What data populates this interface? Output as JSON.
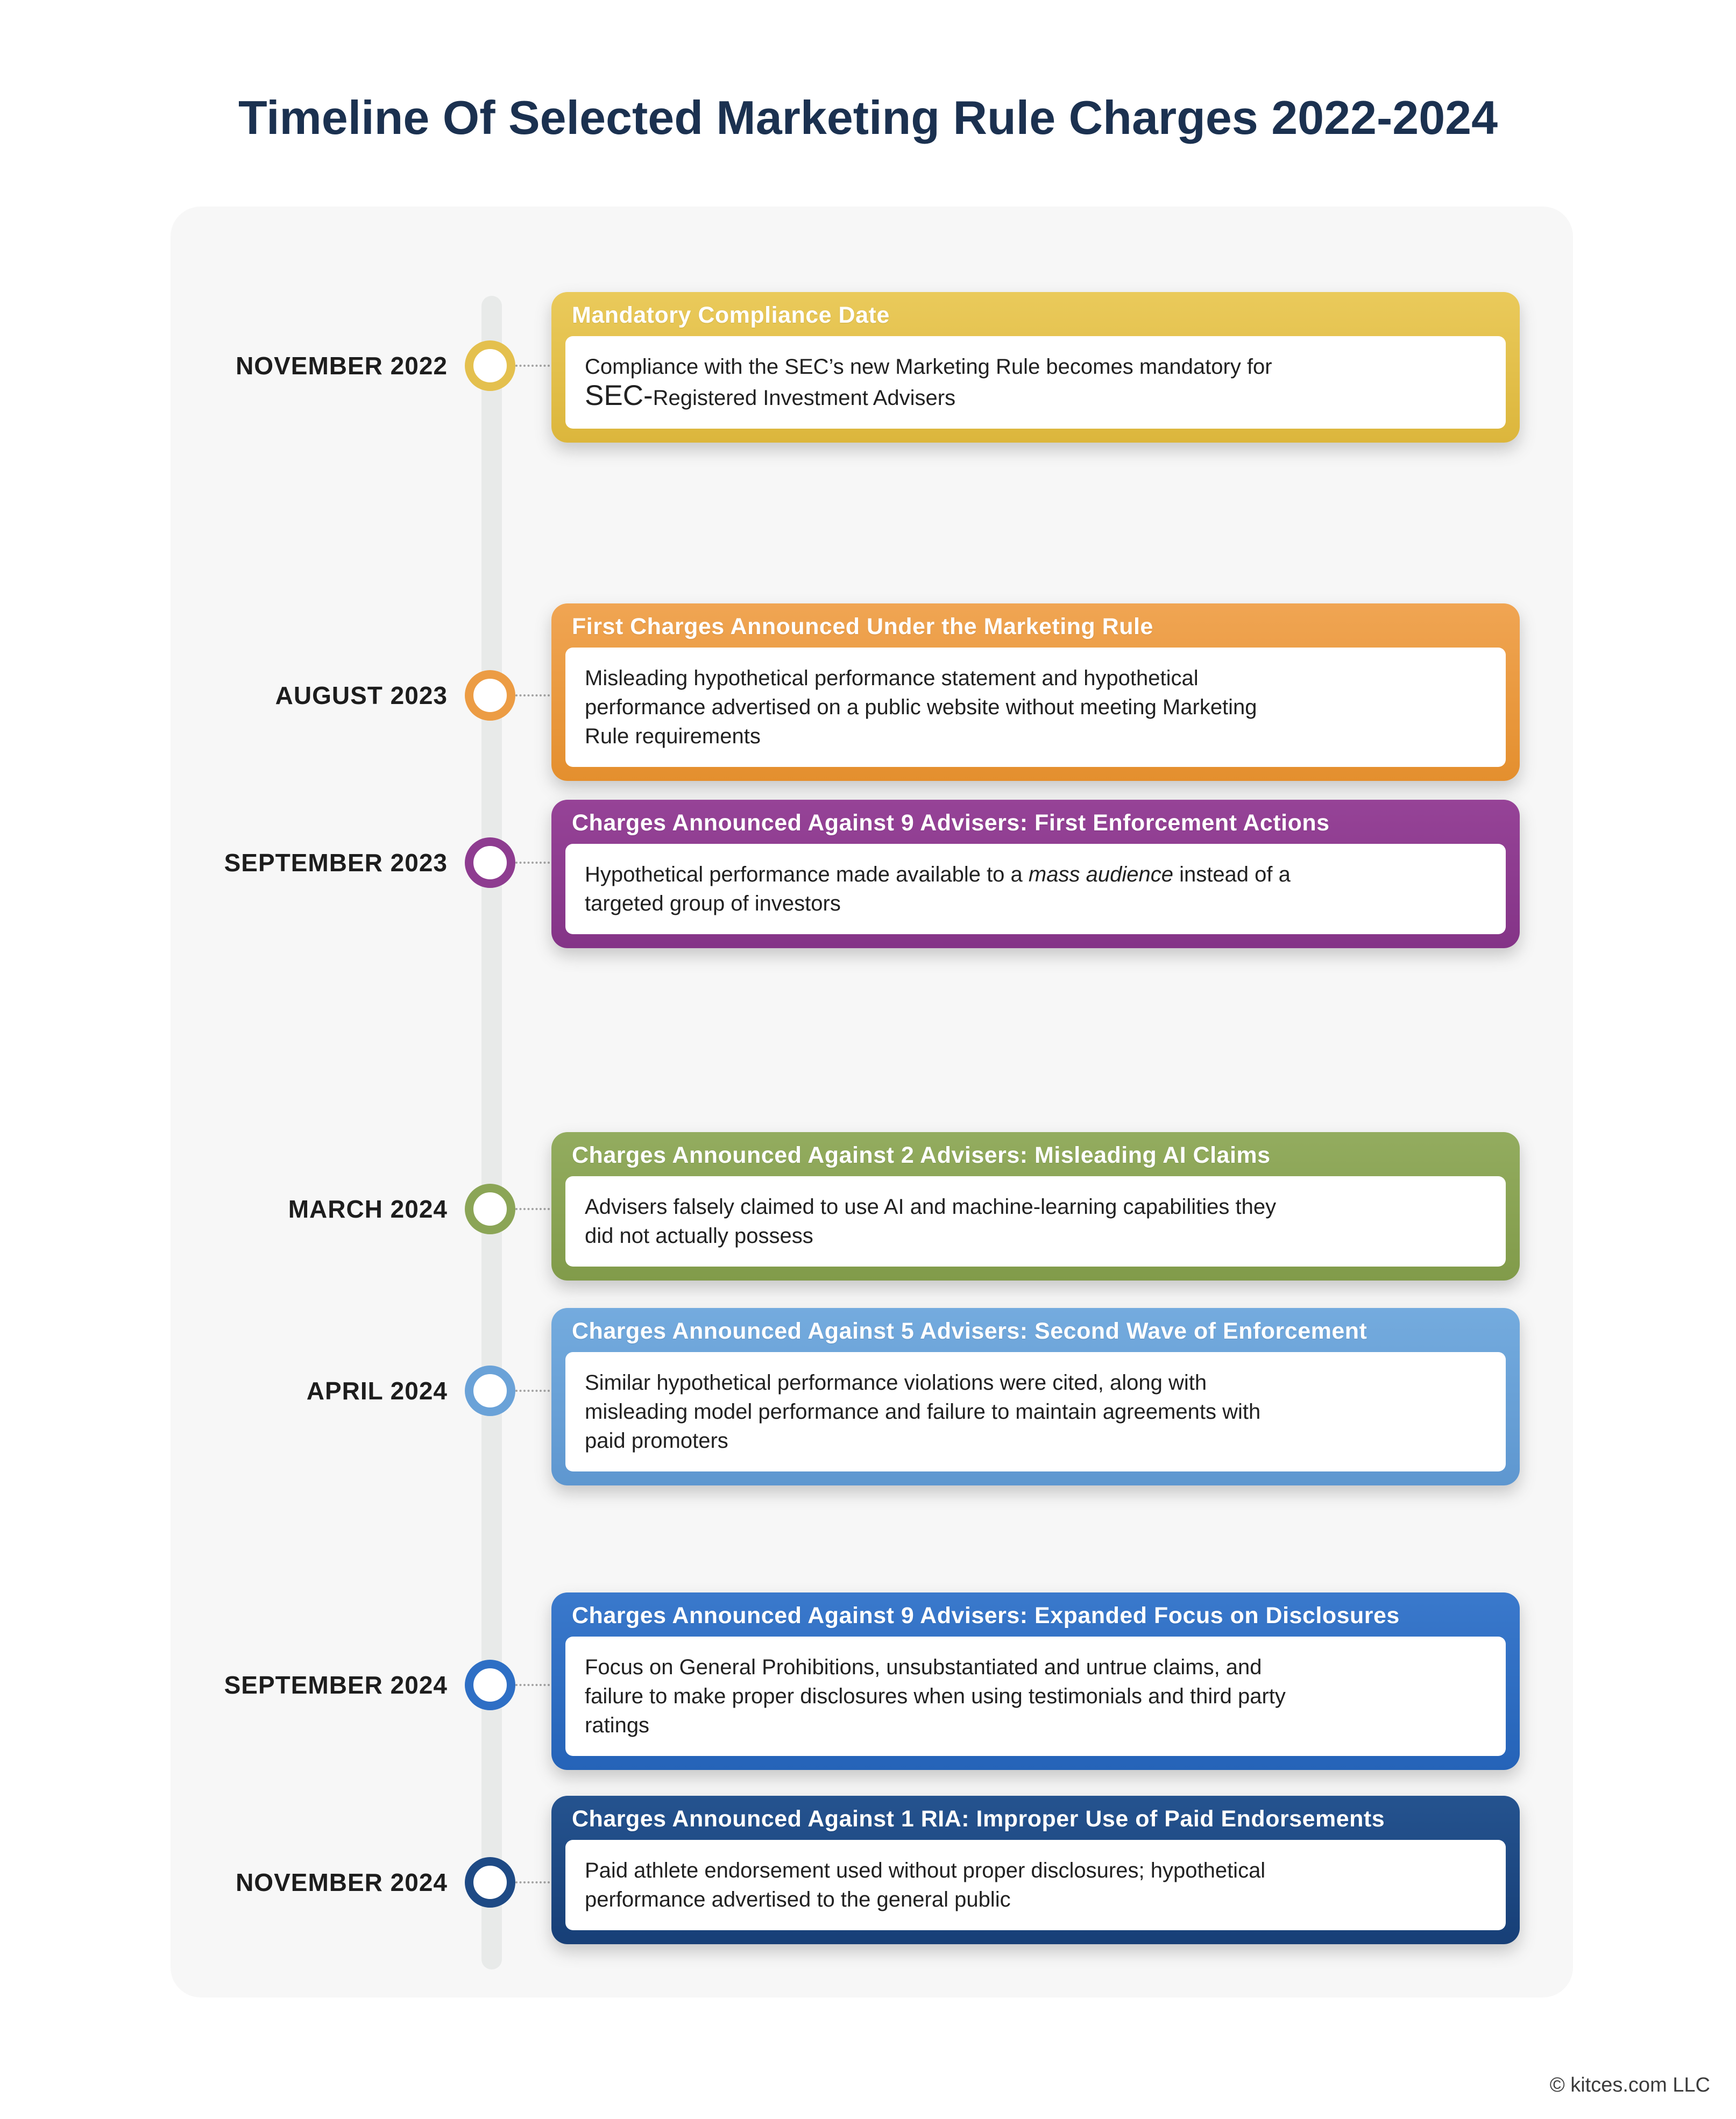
{
  "page": {
    "title": "Timeline Of Selected Marketing Rule Charges 2022-2024",
    "footer": "© kitces.com LLC"
  },
  "style": {
    "title_color": "#1B3150",
    "panel_background": "#F7F7F7",
    "timeline_bar_color": "#E8EAE9"
  },
  "timeline": {
    "events": [
      {
        "date": "NOVEMBER 2022",
        "title": "Mandatory Compliance Date",
        "body_html": "Compliance with the SEC’s new Marketing Rule becomes mandatory for<br><span class='sec-big'>SEC-</span>Registered Investment Advisers",
        "color": "#E4C04E",
        "color_light": "#EACA5B",
        "color_dark": "#DCB63C"
      },
      {
        "date": "AUGUST 2023",
        "title": "First Charges Announced Under the Marketing Rule",
        "body_html": "Misleading hypothetical performance statement and hypothetical<br>performance advertised on a public website without meeting Marketing<br>Rule requirements",
        "color": "#EC9C44",
        "color_light": "#F0A553",
        "color_dark": "#E48F2E"
      },
      {
        "date": "SEPTEMBER 2023",
        "title": "Charges Announced Against 9 Advisers: First Enforcement Actions",
        "body_html": "Hypothetical performance made available to a <em>mass audience</em> instead of a<br>targeted group of investors",
        "color": "#8E3C90",
        "color_light": "#964397",
        "color_dark": "#843487"
      },
      {
        "date": "MARCH 2024",
        "title": "Charges Announced Against 2 Advisers: Misleading AI Claims",
        "body_html": "Advisers falsely claimed to use AI and machine-learning capabilities they<br>did not actually possess",
        "color": "#8BA556",
        "color_light": "#93AC5F",
        "color_dark": "#819B4A"
      },
      {
        "date": "APRIL 2024",
        "title": "Charges Announced Against 5 Advisers: Second Wave of Enforcement",
        "body_html": "Similar hypothetical performance violations were cited, along with<br>misleading model performance and failure to maintain agreements with<br>paid promoters",
        "color": "#6AA2D8",
        "color_light": "#74ABDE",
        "color_dark": "#5E97D0"
      },
      {
        "date": "SEPTEMBER 2024",
        "title": "Charges Announced Against 9 Advisers: Expanded Focus on Disclosures",
        "body_html": "Focus on General Prohibitions, unsubstantiated and untrue claims, and<br>failure to make proper disclosures when using testimonials and third party<br>ratings",
        "color": "#2E6FC5",
        "color_light": "#3A79CC",
        "color_dark": "#2563B8"
      },
      {
        "date": "NOVEMBER 2024",
        "title": "Charges Announced Against 1 RIA: Improper Use of Paid Endorsements",
        "body_html": "Paid athlete endorsement used without proper disclosures; hypothetical<br>performance advertised to the general public",
        "color": "#1E4A85",
        "color_light": "#25538F",
        "color_dark": "#173F77"
      }
    ]
  }
}
